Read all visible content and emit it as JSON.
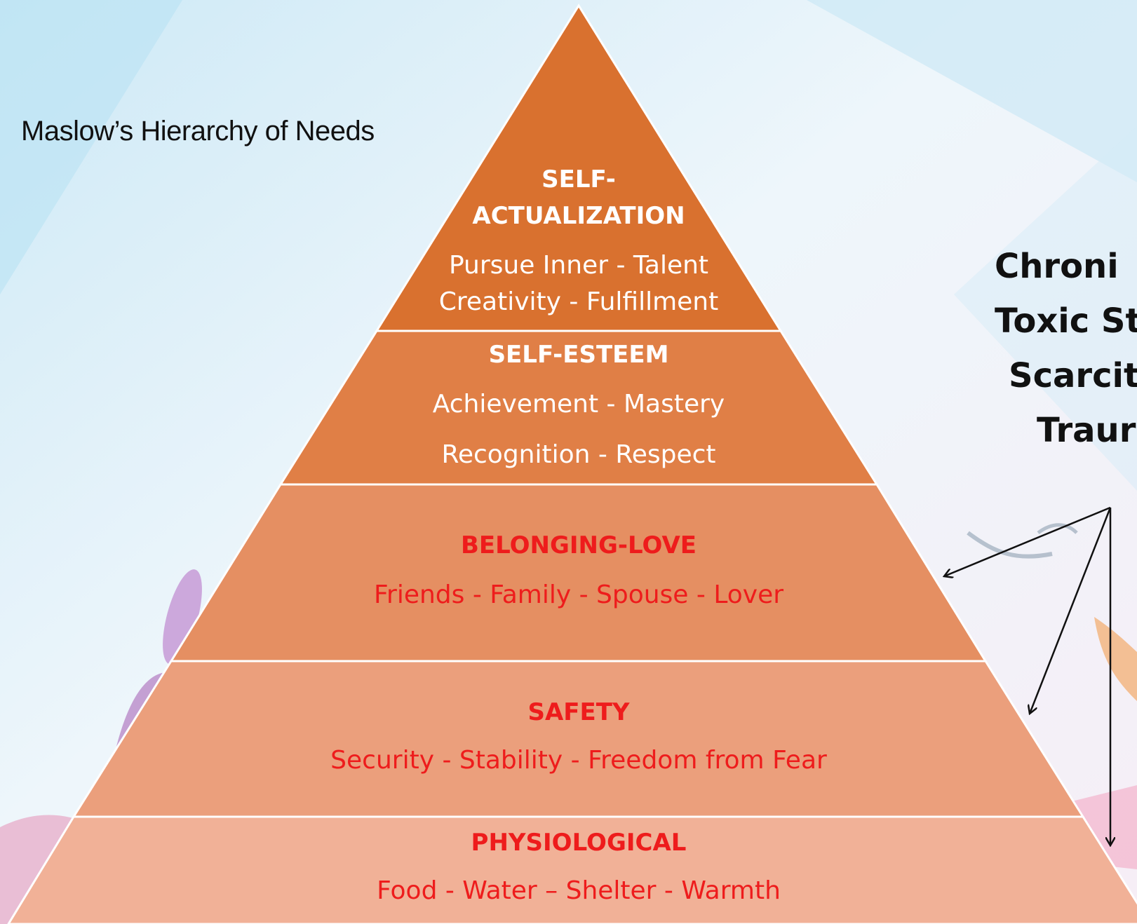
{
  "title": "Maslow’s Hierarchy of Needs",
  "levels": [
    {
      "heading_line1": "SELF-",
      "heading_line2": "ACTUALIZATION",
      "line1": "Pursue Inner - Talent",
      "line2": "Creativity - Fulfillment",
      "fill": "#d9712f",
      "text_color": "#ffffff"
    },
    {
      "heading": "SELF-ESTEEM",
      "line1": "Achievement - Mastery",
      "line2": "Recognition - Respect",
      "fill": "#e07f46",
      "text_color": "#ffffff"
    },
    {
      "heading": "BELONGING-LOVE",
      "line1": "Friends - Family - Spouse - Lover",
      "fill": "#e58f62",
      "text_color": "#ee1c1c"
    },
    {
      "heading": "SAFETY",
      "line1": "Security - Stability - Freedom from Fear",
      "fill": "#eb9f7c",
      "text_color": "#ee1c1c"
    },
    {
      "heading": "PHYSIOLOGICAL",
      "line1": "Food - Water – Shelter - Warmth",
      "fill": "#f1b197",
      "text_color": "#ee1c1c"
    }
  ],
  "side_terms": [
    "Chroni",
    "Toxic St",
    "Scarcit",
    "Traur"
  ]
}
